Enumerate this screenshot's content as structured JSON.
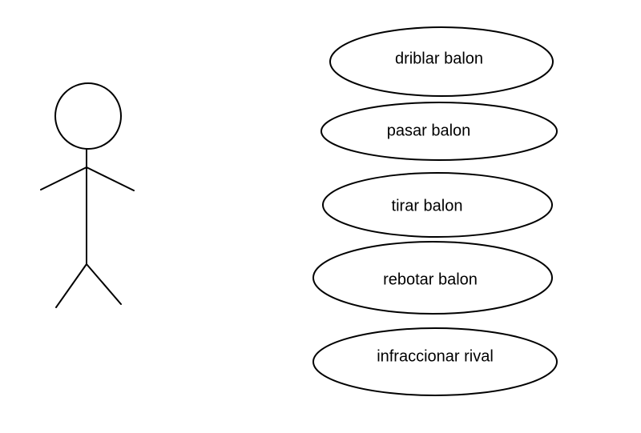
{
  "diagram": {
    "line_color": "#000000",
    "background_color": "#ffffff",
    "actor": {
      "icon": "stick-figure-actor-icon"
    },
    "use_cases": [
      {
        "label": "driblar balon"
      },
      {
        "label": "pasar balon"
      },
      {
        "label": "tirar balon"
      },
      {
        "label": "rebotar balon"
      },
      {
        "label": "infraccionar rival"
      }
    ]
  }
}
